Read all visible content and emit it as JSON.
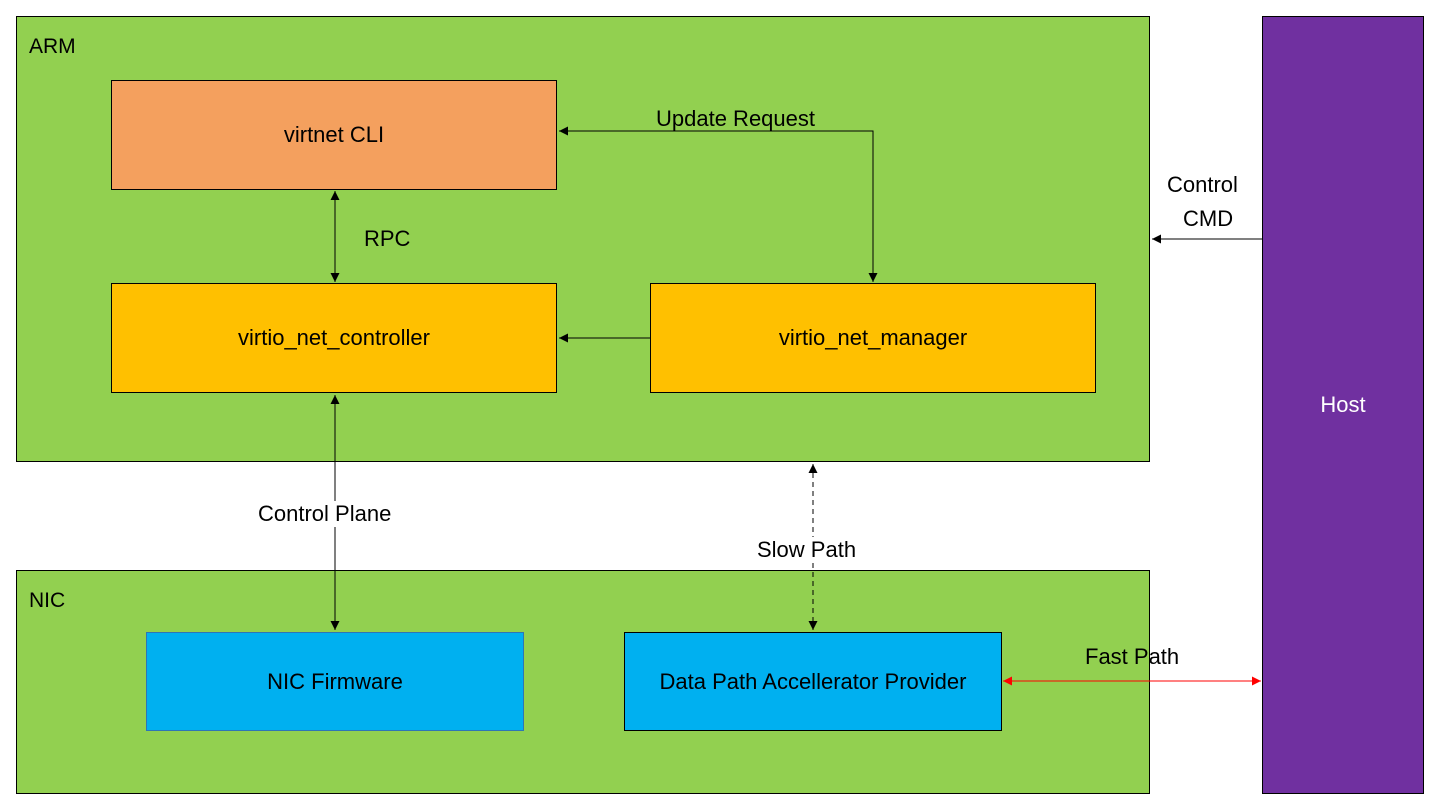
{
  "regions": {
    "arm": {
      "label": "ARM"
    },
    "nic": {
      "label": "NIC"
    }
  },
  "boxes": {
    "virtnet_cli": "virtnet CLI",
    "controller": "virtio_net_controller",
    "manager": "virtio_net_manager",
    "nic_firmware": "NIC Firmware",
    "dpa_provider": "Data Path Accellerator Provider",
    "host": "Host"
  },
  "labels": {
    "update_request": "Update Request",
    "rpc": "RPC",
    "control_cmd_line1": "Control",
    "control_cmd_line2": "CMD",
    "control_plane": "Control Plane",
    "slow_path": "Slow Path",
    "fast_path": "Fast Path"
  },
  "colors": {
    "region": "#92d050",
    "cli": "#f4a05e",
    "controller": "#ffc000",
    "nic_components": "#00b0f0",
    "host": "#7030a0",
    "fast_path_arrow": "#ff0000"
  }
}
